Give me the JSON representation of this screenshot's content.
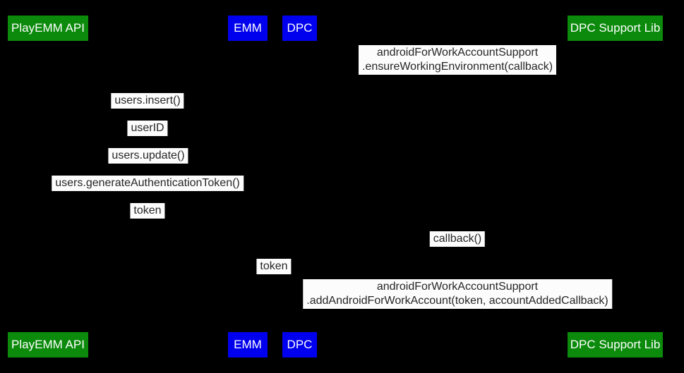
{
  "diagram": {
    "type": "sequence-diagram",
    "background": "#000000",
    "label_bg": "#fcfcfc",
    "label_text_color": "#262626",
    "participant_text_color": "#ffffff",
    "participant_green": "#0b8a0b",
    "participant_blue": "#0000ee"
  },
  "participants": [
    {
      "id": "playemm-api",
      "label": "PlayEMM API",
      "color": "#0b8a0b"
    },
    {
      "id": "emm",
      "label": "EMM",
      "color": "#0000ee"
    },
    {
      "id": "dpc",
      "label": "DPC",
      "color": "#0000ee"
    },
    {
      "id": "dpc-support-lib",
      "label": "DPC Support Lib",
      "color": "#0b8a0b"
    }
  ],
  "messages": [
    {
      "lines": [
        "androidForWorkAccountSupport",
        ".ensureWorkingEnvironment(callback)"
      ]
    },
    {
      "lines": [
        "users.insert()"
      ]
    },
    {
      "lines": [
        "userID"
      ]
    },
    {
      "lines": [
        "users.update()"
      ]
    },
    {
      "lines": [
        "users.generateAuthenticationToken()"
      ]
    },
    {
      "lines": [
        "token"
      ]
    },
    {
      "lines": [
        "callback()"
      ]
    },
    {
      "lines": [
        "token"
      ]
    },
    {
      "lines": [
        "androidForWorkAccountSupport",
        ".addAndroidForWorkAccount(token, accountAddedCallback)"
      ]
    }
  ]
}
